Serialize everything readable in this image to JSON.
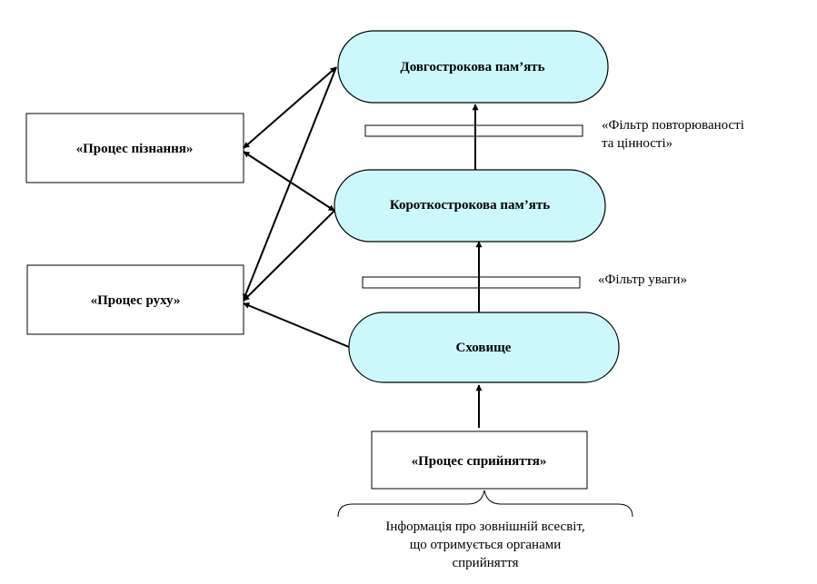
{
  "diagram": {
    "colors": {
      "memory_fill": "#cdf8fb",
      "stroke": "#000000",
      "background": "#ffffff"
    },
    "nodes": {
      "long_term_memory": "Довгострокова пам’ять",
      "short_term_memory": "Короткострокова пам’ять",
      "storage": "Сховище",
      "cognition_process": "«Процес пізнання»",
      "movement_process": "«Процес руху»",
      "perception_process": "«Процес сприйняття»"
    },
    "filters": {
      "repetition_value": {
        "line1": "«Фільтр повторюваності",
        "line2": "та цінності»"
      },
      "attention": "«Фільтр уваги»"
    },
    "note": {
      "line1": "Інформація про зовнішній всесвіт,",
      "line2": "що отримується органами",
      "line3": "сприйняття"
    }
  }
}
